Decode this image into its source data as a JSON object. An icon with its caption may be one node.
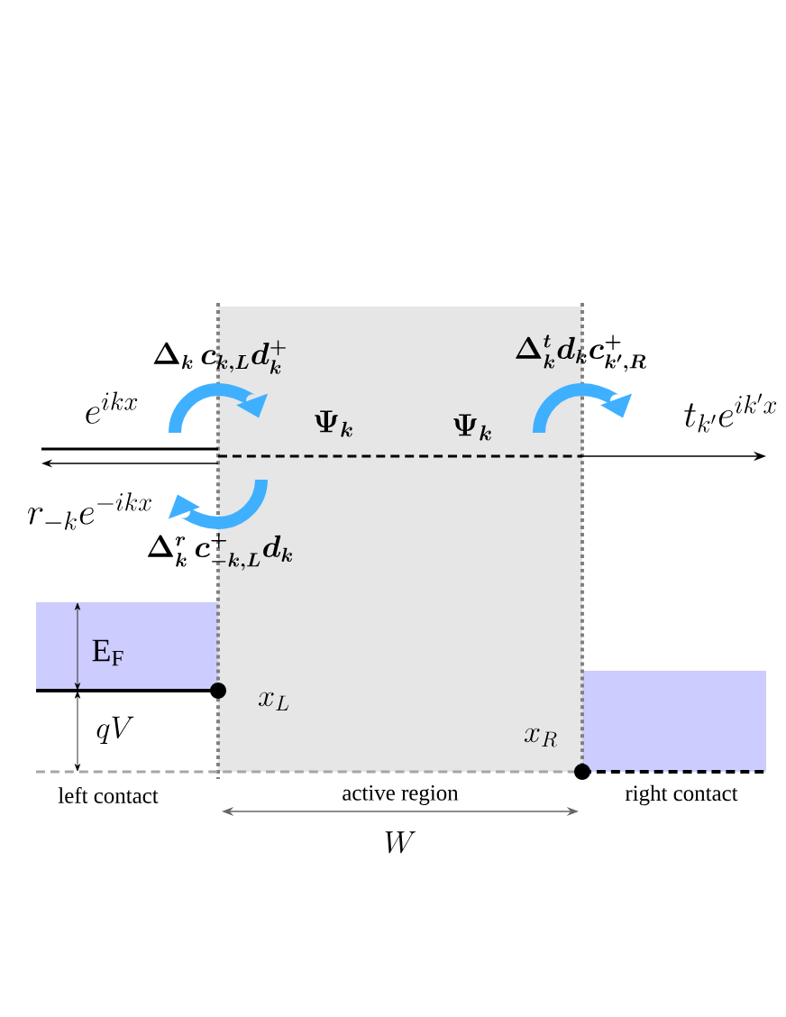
{
  "diagram": {
    "labels": [
      "\\Delta_k\\, c_{k,L} d_k^+",
      "e^{ikx}",
      "\\Psi_k",
      "r_{-k} e^{-ikx}",
      "\\Psi_k",
      "\\Delta^t_k d_k c^+_{k',R}",
      "t_{k'} e^{ik'x}",
      "\\Delta^r_k\\, c^+_{-k,L} d_k",
      "\\mathrm{E_F}",
      "qV",
      "x_L",
      "x_R",
      "left contact",
      "active region",
      "right contact",
      "W"
    ]
  }
}
